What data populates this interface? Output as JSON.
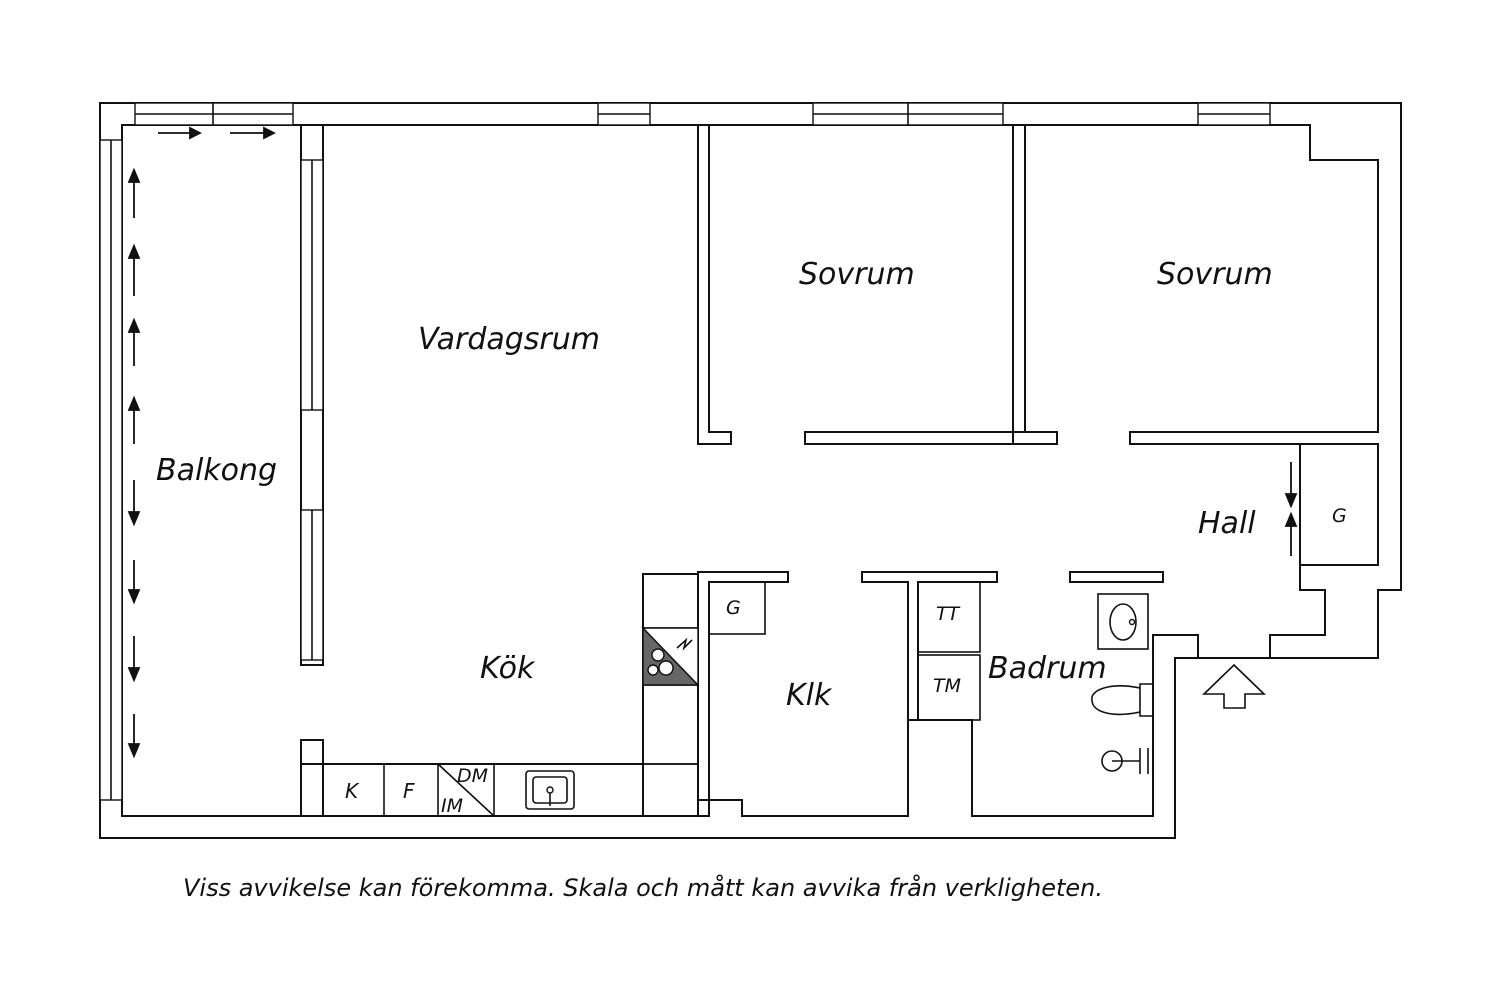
{
  "rooms": {
    "balcony": "Balkong",
    "living_room": "Vardagsrum",
    "bedroom_1": "Sovrum",
    "bedroom_2": "Sovrum",
    "kitchen": "Kök",
    "walk_in_closet": "Klk",
    "bathroom": "Badrum",
    "hall": "Hall"
  },
  "fixtures": {
    "fridge": "K",
    "freezer": "F",
    "dishwasher": "DM",
    "ice_machine": "IM",
    "closet_klk": "G",
    "closet_hall": "G",
    "tumble_dryer": "TT",
    "washing_machine": "TM"
  },
  "disclaimer": "Viss avvikelse kan förekomma. Skala och mått kan avvika från verkligheten.",
  "colors": {
    "line": "#111111",
    "fill": "#ffffff",
    "stove": "#666666"
  }
}
